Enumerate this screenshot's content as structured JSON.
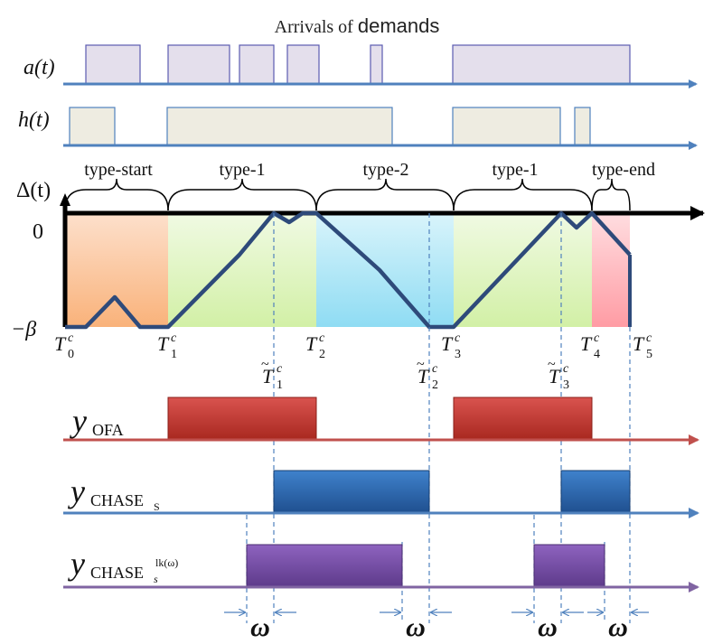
{
  "title": {
    "prefix": "Arrivals of ",
    "emph": "demands"
  },
  "signals": {
    "a": "a(t)",
    "h": "h(t)"
  },
  "delta": {
    "label": "Δ(t)",
    "zero": "0",
    "neg_beta": "−β"
  },
  "types": [
    "type-start",
    "type-1",
    "type-2",
    "type-1",
    "type-end"
  ],
  "critical_points": [
    {
      "base": "T",
      "sup": "c",
      "sub": "0",
      "tilde": false
    },
    {
      "base": "T",
      "sup": "c",
      "sub": "1",
      "tilde": false
    },
    {
      "base": "T",
      "sup": "c",
      "sub": "2",
      "tilde": false
    },
    {
      "base": "T",
      "sup": "c",
      "sub": "3",
      "tilde": false
    },
    {
      "base": "T",
      "sup": "c",
      "sub": "4",
      "tilde": false
    },
    {
      "base": "T",
      "sup": "c",
      "sub": "5",
      "tilde": false
    },
    {
      "base": "T",
      "sup": "c",
      "sub": "1",
      "tilde": true
    },
    {
      "base": "T",
      "sup": "c",
      "sub": "2",
      "tilde": true
    },
    {
      "base": "T",
      "sup": "c",
      "sub": "3",
      "tilde": true
    }
  ],
  "outputs": {
    "ofa": {
      "y": "y",
      "sub": "OFA"
    },
    "chase": {
      "y": "y",
      "sub": "CHASE",
      "subsub": "S"
    },
    "lk": {
      "y": "y",
      "sub": "CHASE",
      "subsub": "s",
      "sup": "lk(ω)"
    }
  },
  "omega": "ω",
  "colors": {
    "axis_blue": "#4f81bd",
    "red_axis": "#c0504d",
    "purple_axis": "#8064a2",
    "a_fill": "#e4dfec",
    "a_stroke": "#5b5bb0",
    "h_fill": "#eeece1",
    "h_stroke": "#4f81bd",
    "delta_line": "#2e4a7a",
    "region_start": "#fac090",
    "region_type1": "#d7f0b4",
    "region_type2": "#9ee0f5",
    "region_end": "#ff9aa2",
    "ofa_bar": "#c0392b",
    "chase_bar": "#2e6db4",
    "lk_bar": "#7a4fa8"
  }
}
